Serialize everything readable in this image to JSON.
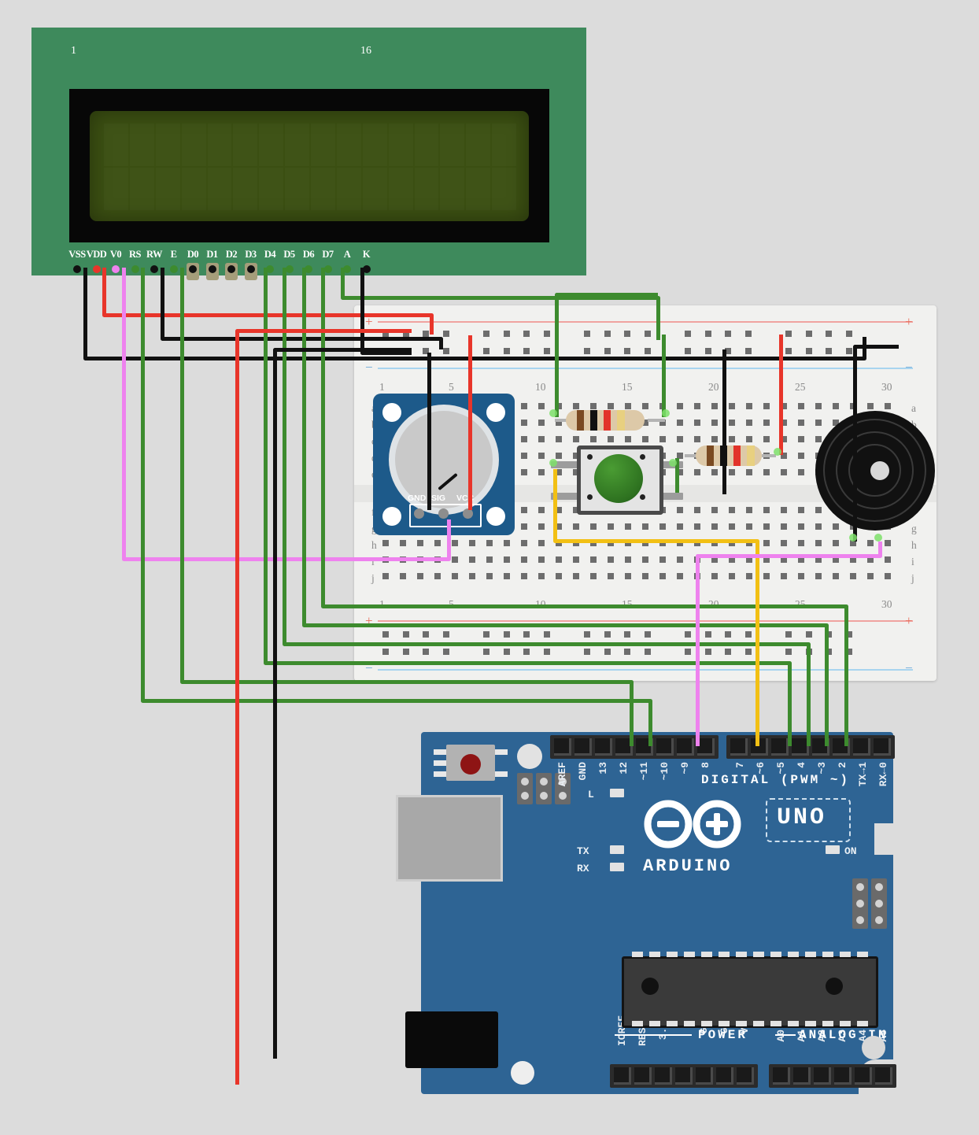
{
  "scene": {
    "title": "Arduino UNO breadboard circuit with 16x2 LCD, potentiometer, pushbutton and piezo buzzer",
    "background_color": "#dcdcdc"
  },
  "lcd": {
    "name": "16x2 character LCD",
    "pcb_color": "#3e8a5c",
    "screen_color": "#3b4f12",
    "columns": 16,
    "rows": 2,
    "pin_start_label": "1",
    "pin_end_label": "16",
    "pins": [
      {
        "label": "VSS",
        "wire_color": "#111111"
      },
      {
        "label": "VDD",
        "wire_color": "#e8352a"
      },
      {
        "label": "V0",
        "wire_color": "#ee82ee"
      },
      {
        "label": "RS",
        "wire_color": "#3d8b2e"
      },
      {
        "label": "RW",
        "wire_color": "#111111"
      },
      {
        "label": "E",
        "wire_color": "#3d8b2e"
      },
      {
        "label": "D0",
        "wire_color": ""
      },
      {
        "label": "D1",
        "wire_color": ""
      },
      {
        "label": "D2",
        "wire_color": ""
      },
      {
        "label": "D3",
        "wire_color": ""
      },
      {
        "label": "D4",
        "wire_color": "#3d8b2e"
      },
      {
        "label": "D5",
        "wire_color": "#3d8b2e"
      },
      {
        "label": "D6",
        "wire_color": "#3d8b2e"
      },
      {
        "label": "D7",
        "wire_color": "#3d8b2e"
      },
      {
        "label": "A",
        "wire_color": "#3d8b2e"
      },
      {
        "label": "K",
        "wire_color": "#111111"
      }
    ]
  },
  "breadboard": {
    "name": "solderless breadboard",
    "body_color": "#f1f1ef",
    "columns": 30,
    "column_labels": [
      "1",
      "5",
      "10",
      "15",
      "20",
      "25",
      "30"
    ],
    "row_labels_top": [
      "a",
      "b",
      "c",
      "d",
      "e"
    ],
    "row_labels_bottom": [
      "f",
      "g",
      "h",
      "i",
      "j"
    ],
    "rail_plus_label": "+",
    "rail_minus_label": "−",
    "rail_positive_color": "#f0a3a0",
    "rail_negative_color": "#a8d4ef"
  },
  "potentiometer": {
    "name": "rotary potentiometer module",
    "body_color": "#1d5a8a",
    "pins": [
      "GND",
      "SIG",
      "VCC"
    ]
  },
  "pushbutton": {
    "name": "tactile pushbutton",
    "cap_color": "#2e7220",
    "body_color": "#e4e4e4"
  },
  "buzzer": {
    "name": "piezo buzzer",
    "body_color": "#111111"
  },
  "resistors": [
    {
      "name": "resistor-r1",
      "bands": [
        "#7a4a22",
        "#111111",
        "#e2332a",
        "#e8d080"
      ],
      "value": "1k"
    },
    {
      "name": "resistor-r2",
      "bands": [
        "#7a4a22",
        "#111111",
        "#e2332a",
        "#e8d080"
      ],
      "value": "1k"
    }
  ],
  "arduino": {
    "name": "Arduino UNO",
    "board_color": "#2e6494",
    "brand": "ARDUINO",
    "model": "UNO",
    "digital_header_label": "DIGITAL (PWM ~)",
    "digital_pins": [
      "AREF",
      "GND",
      "13",
      "12",
      "~11",
      "~10",
      "~9",
      "8",
      "7",
      "~6",
      "~5",
      "4",
      "~3",
      "2",
      "TX→1",
      "RX←0"
    ],
    "power_header_label": "POWER",
    "power_pins": [
      "IOREF",
      "RESET",
      "3.3V",
      "5V",
      "GND",
      "GND",
      "Vin"
    ],
    "analog_header_label": "ANALOG IN",
    "analog_pins": [
      "A0",
      "A1",
      "A2",
      "A3",
      "A4",
      "A5"
    ],
    "indicator_leds": [
      "L",
      "TX",
      "RX"
    ],
    "power_led_label": "ON",
    "reset_button_color": "#8e1414"
  },
  "wire_colors": {
    "ground": "#111111",
    "power": "#e8352a",
    "signal_green": "#3d8b2e",
    "contrast_violet": "#ee82ee",
    "button_yellow": "#f2c014"
  }
}
